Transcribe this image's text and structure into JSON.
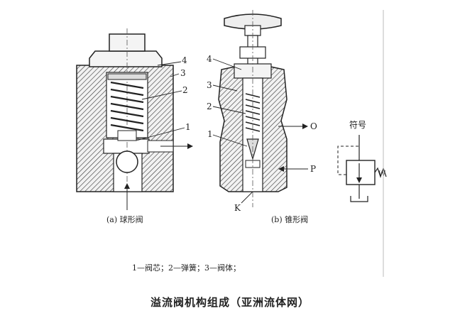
{
  "diagram": {
    "left_view": {
      "caption": "(a) 球形阀",
      "callouts": [
        "4",
        "3",
        "2",
        "1"
      ]
    },
    "right_view": {
      "caption": "(b) 锥形阀",
      "callouts": [
        "4",
        "3",
        "2",
        "1"
      ],
      "port_outlet": "O",
      "port_pressure": "P",
      "port_bottom": "K"
    },
    "symbol": {
      "title": "符号",
      "spring_mark": "W"
    },
    "legend": "1—阀芯；2—弹簧；3—阀体；"
  },
  "title": "溢流阀机构组成（亚洲流体网）"
}
